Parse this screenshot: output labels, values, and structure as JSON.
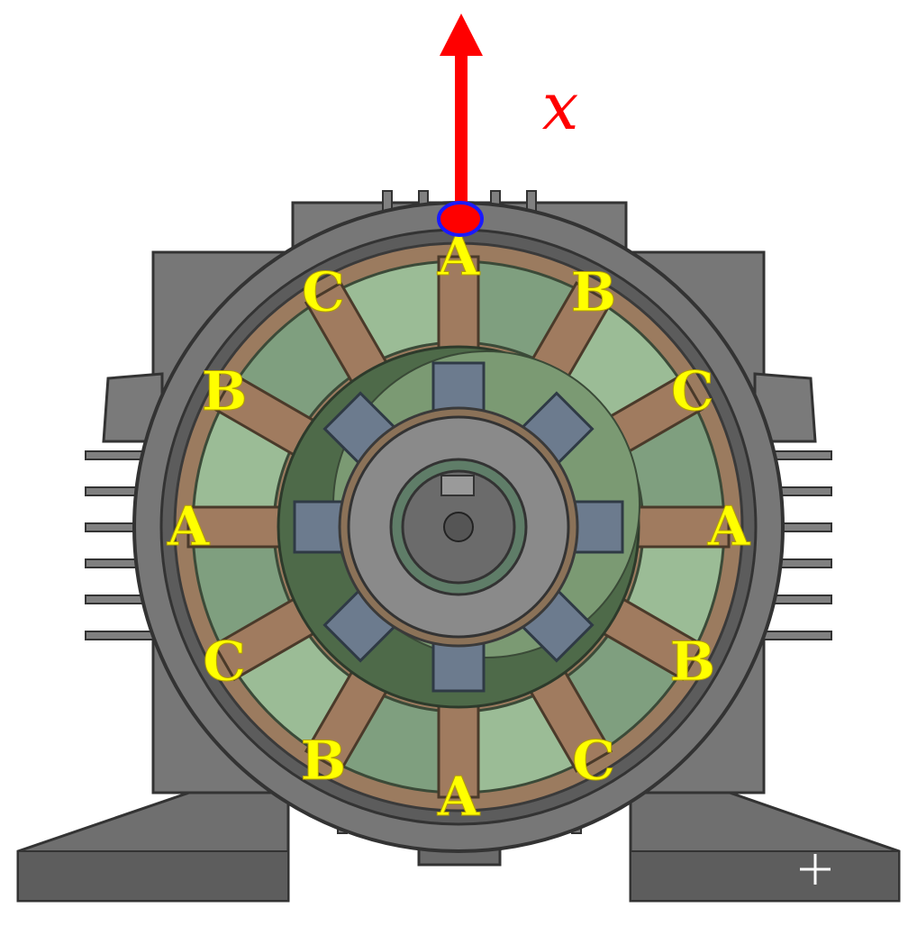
{
  "diagram": {
    "axis_label": "x",
    "phase_labels": [
      "A",
      "B",
      "C",
      "A",
      "B",
      "C",
      "A",
      "B",
      "C",
      "A",
      "B",
      "C"
    ],
    "colors": {
      "housing": "#7b7b7b",
      "housing_dark": "#4a4a4a",
      "stator_yoke": "#9a7a5e",
      "coil": "#a07b5f",
      "tooth": "#7f9f7f",
      "tooth_light": "#9bbc96",
      "magnet": "#6c7b8e",
      "rotor": "#4f6a4a",
      "shaft": "#8a8a8a",
      "label": "#ffff00",
      "arrow": "#ff0000",
      "sensor_fill": "#ff0000",
      "sensor_stroke": "#0000ff"
    },
    "icons": [
      "cross-mark-icon"
    ]
  }
}
